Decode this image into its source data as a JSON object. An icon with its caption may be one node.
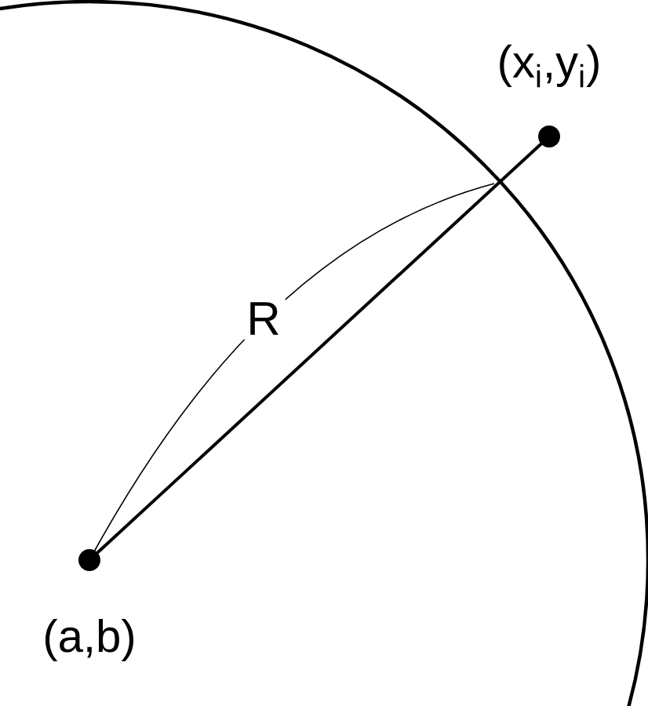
{
  "diagram": {
    "nodes": [
      {
        "text": [],
        "shape": "circle",
        "beside": [
          "(a,b)"
        ]
      },
      {
        "text": [],
        "shape": "circle",
        "beside": [
          "(x$_{i}$,y$_{i}$)"
        ]
      }
    ],
    "edges": [
      {
        "from": 0,
        "to": 1,
        "arrow": "none"
      }
    ],
    "labels": [
      "R"
    ]
  }
}
